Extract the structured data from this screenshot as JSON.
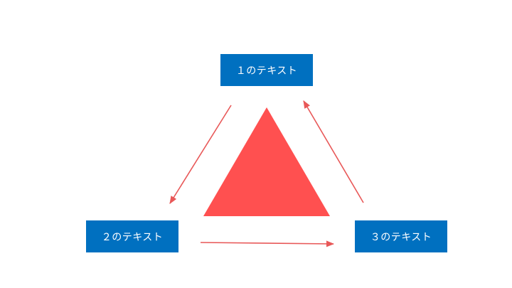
{
  "nodes": [
    {
      "id": "node-1",
      "label": "１のテキスト"
    },
    {
      "id": "node-2",
      "label": "２のテキスト"
    },
    {
      "id": "node-3",
      "label": "３のテキスト"
    }
  ],
  "colors": {
    "node_fill": "#0070C0",
    "node_text": "#FFFFFF",
    "triangle_fill": "#FF5050",
    "arrow_stroke": "#E85858",
    "background": "#FFFFFF"
  },
  "edges": [
    {
      "from": "node-1",
      "to": "node-2"
    },
    {
      "from": "node-2",
      "to": "node-3"
    },
    {
      "from": "node-3",
      "to": "node-1"
    }
  ]
}
